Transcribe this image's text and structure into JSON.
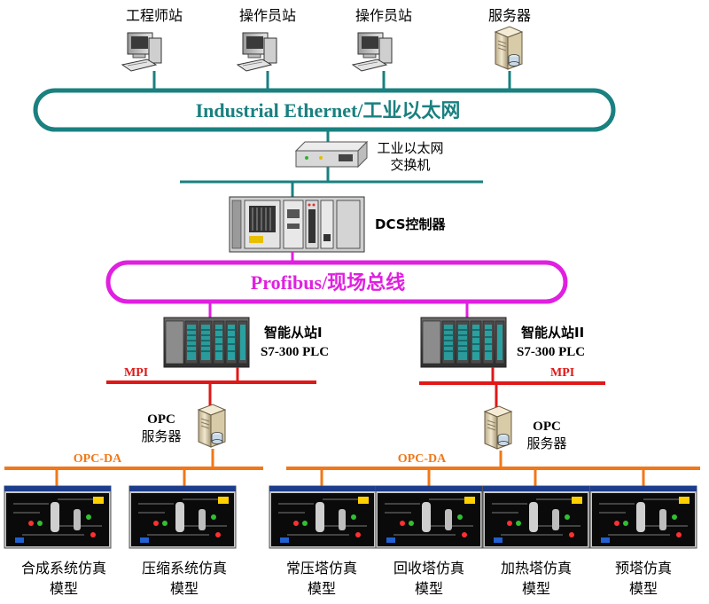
{
  "top_stations": {
    "engineer": "工程师站",
    "operator1": "操作员站",
    "operator2": "操作员站",
    "server": "服务器"
  },
  "ethernet": {
    "label": "Industrial Ethernet/工业以太网",
    "color": "#1a8080"
  },
  "switch": {
    "line1": "工业以太网",
    "line2": "交换机"
  },
  "dcs": {
    "label": "DCS控制器"
  },
  "profibus": {
    "label": "Profibus/现场总线",
    "color": "#e020e0"
  },
  "plc_left": {
    "line1": "智能从站I",
    "line2": "S7-300 PLC"
  },
  "plc_right": {
    "line1": "智能从站II",
    "line2": "S7-300 PLC"
  },
  "mpi": {
    "left": "MPI",
    "right": "MPI",
    "color": "#e01818"
  },
  "opc_left": {
    "line1": "OPC",
    "line2": "服务器"
  },
  "opc_right": {
    "line1": "OPC",
    "line2": "服务器"
  },
  "opcda": {
    "left": "OPC-DA",
    "right": "OPC-DA",
    "color": "#f07818"
  },
  "models": [
    {
      "line1": "合成系统仿真",
      "line2": "模型"
    },
    {
      "line1": "压缩系统仿真",
      "line2": "模型"
    },
    {
      "line1": "常压塔仿真",
      "line2": "模型"
    },
    {
      "line1": "回收塔仿真",
      "line2": "模型"
    },
    {
      "line1": "加热塔仿真",
      "line2": "模型"
    },
    {
      "line1": "预塔仿真",
      "line2": "模型"
    }
  ]
}
